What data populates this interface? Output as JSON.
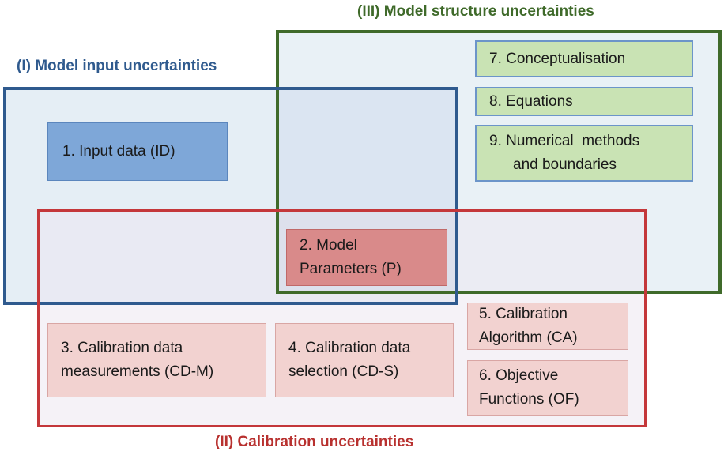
{
  "regions": {
    "model_input": {
      "title": "(I) Model input uncertainties",
      "color": "#2f5a8e"
    },
    "calibration": {
      "title": "(II) Calibration uncertainties",
      "color": "#b8312f"
    },
    "model_structure": {
      "title": "(III) Model structure uncertainties",
      "color": "#3f6a2a"
    }
  },
  "boxes": {
    "input_data": {
      "label": "1. Input data (ID)"
    },
    "model_parameters": {
      "line1": "2. Model",
      "line2": "Parameters (P)"
    },
    "cd_measurements": {
      "line1": "3. Calibration data",
      "line2": "measurements (CD-M)"
    },
    "cd_selection": {
      "line1": "4. Calibration data",
      "line2": "selection (CD-S)"
    },
    "calibration_algorithm": {
      "line1": "5. Calibration",
      "line2": "Algorithm (CA)"
    },
    "objective_functions": {
      "line1": "6. Objective",
      "line2": "Functions (OF)"
    },
    "conceptualisation": {
      "label": "7. Conceptualisation"
    },
    "equations": {
      "label": "8. Equations"
    },
    "numerical_methods": {
      "line1": "9. Numerical  methods",
      "line2": "and boundaries"
    }
  }
}
